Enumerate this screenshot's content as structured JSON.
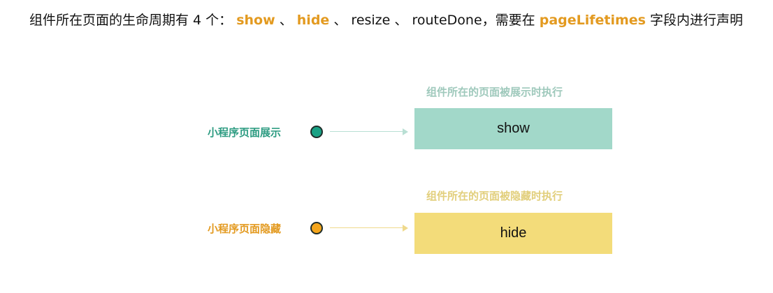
{
  "colors": {
    "show_accent": "#2e9c82",
    "show_caption": "#9fc9bc",
    "show_box": "#a2d8c9",
    "show_dot": "#19a184",
    "show_arrow": "#b9dfd4",
    "hide_accent": "#e39a20",
    "hide_caption": "#e2cf7c",
    "hide_box": "#f3dc7a",
    "hide_dot": "#f4a51c",
    "hide_arrow": "#efd98c",
    "highlight": "#e39a20",
    "text": "#111111"
  },
  "title": {
    "prefix": "组件所在页面的生命周期有 4 个：",
    "show": "show",
    "sep1": "、",
    "hide": "hide",
    "sep2": "、",
    "resize": "resize",
    "sep3": "、",
    "routeDone": "routeDone",
    "mid": "，需要在",
    "pageLifetimes": "pageLifetimes",
    "suffix": "字段内进行声明"
  },
  "show_row": {
    "caption": "组件所在的页面被展示时执行",
    "label": "小程序页面展示",
    "box_text": "show",
    "dot_icon": "circle-dot-icon",
    "arrow_icon": "arrow-right-icon"
  },
  "hide_row": {
    "caption": "组件所在的页面被隐藏时执行",
    "label": "小程序页面隐藏",
    "box_text": "hide",
    "dot_icon": "circle-dot-icon",
    "arrow_icon": "arrow-right-icon"
  }
}
